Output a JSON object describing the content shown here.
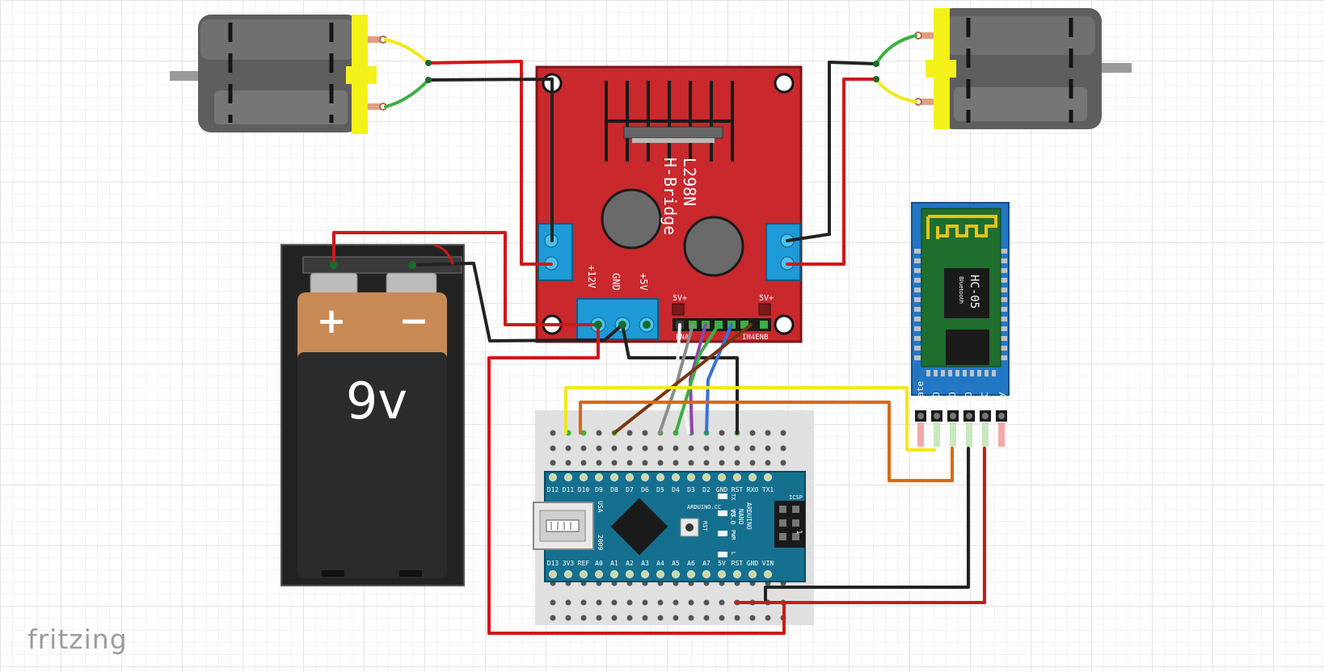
{
  "hbridge": {
    "title": "L298N",
    "subtitle": "H-Bridge",
    "pin_12v": "+12V",
    "pin_gnd": "GND",
    "pin_5v": "+5V",
    "jumper_left": "5V+",
    "jumper_right": "5V+",
    "ena": "ENA",
    "in4enb": "IN4ENB"
  },
  "battery": {
    "plus": "+",
    "minus": "−",
    "voltage": "9v"
  },
  "bluetooth": {
    "name": "HC-05",
    "sub": "Bluetooth",
    "pins": [
      "State",
      "RXD",
      "TXD",
      "GND",
      "VCC",
      "Key"
    ]
  },
  "nano": {
    "top_pins": [
      "D12",
      "D11",
      "D10",
      "D9",
      "D8",
      "D7",
      "D6",
      "D5",
      "D4",
      "D3",
      "D2",
      "GND",
      "RST",
      "RXO",
      "TX1"
    ],
    "bottom_pins": [
      "D13",
      "3V3",
      "REF",
      "A0",
      "A1",
      "A2",
      "A3",
      "A4",
      "A5",
      "A6",
      "A7",
      "5V",
      "RST",
      "GND",
      "VIN"
    ],
    "usa": "USA",
    "year": "2009",
    "brand": "ARDUINO.CC",
    "model_line1": "ARDUINO",
    "model_line2": "NANO",
    "model_line3": "V3.0",
    "icsp": "ICSP",
    "led_tx": "TX",
    "led_rx": "RX",
    "led_pwr": "PWR",
    "led_l": "L",
    "rst": "RST",
    "pin1": "1"
  },
  "logo": "fritzing",
  "colors": {
    "wire_red": "#d01818",
    "wire_black": "#222222",
    "wire_yellow": "#f2e81c",
    "wire_green": "#3cb043",
    "wire_orange": "#d96a14",
    "wire_brown": "#7a3410",
    "wire_grey": "#8c8c8c",
    "wire_white": "#f4f4f4",
    "wire_purple": "#8e44ad",
    "wire_blue": "#3a6fd8",
    "board_red": "#c9282d",
    "bt_blue": "#2277c4",
    "nano_blue": "#15708f"
  }
}
